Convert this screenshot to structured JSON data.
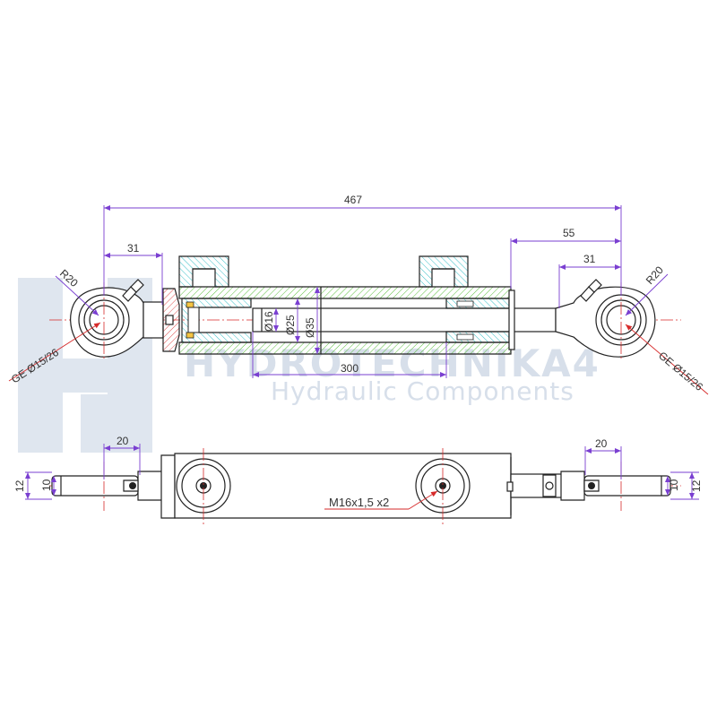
{
  "drawing": {
    "watermark": {
      "brand": "HYDROTECHNIKA4",
      "tagline": "Hydraulic Components"
    },
    "dimensions": {
      "overall_length": "467",
      "eye_left_offset": "31",
      "eye_right_offset": "31",
      "rod_end_offset": "55",
      "stroke": "300",
      "rod_diameter": "Ø16",
      "piston_diameter": "Ø25",
      "bore_diameter": "Ø35",
      "eye_radius_left": "R20",
      "eye_radius_right": "R20",
      "bearing_left": "GE Ø15/26",
      "bearing_right": "GE Ø15/26",
      "eye_width_left": "20",
      "eye_width_right": "20",
      "lug_outer_left": "12",
      "lug_inner_left": "10",
      "lug_outer_right": "12",
      "lug_inner_right": "10",
      "port_thread": "M16x1,5 x2"
    },
    "colors": {
      "outline": "#222222",
      "dimension": "#7a3fd1",
      "centerline": "#d62a2a",
      "hatch_green": "#5cbf3e",
      "hatch_cyan": "#3cc0c8",
      "hatch_red": "#e05050",
      "watermark": "#d7dfea"
    }
  }
}
